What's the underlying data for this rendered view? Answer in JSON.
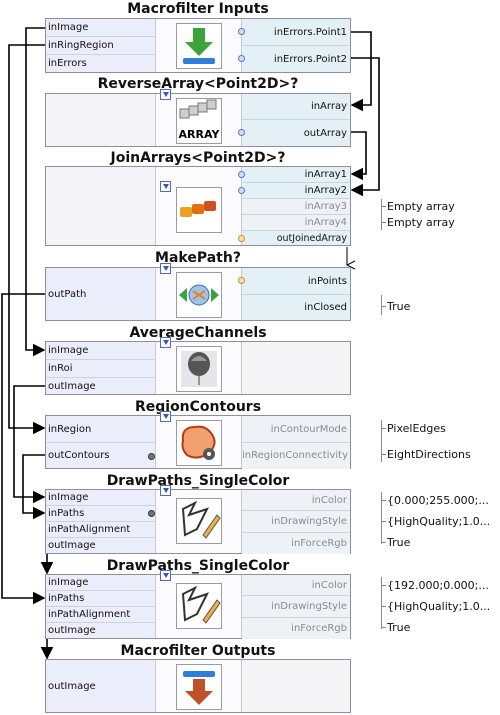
{
  "colors": {
    "wire": "#000000",
    "node_border": "#8e8e9e",
    "input_bg": "#ecedfb",
    "output_bg": "#e3f1f7"
  },
  "nodes": {
    "macrofilter_inputs": {
      "title": "Macrofilter Inputs",
      "inputs": [
        "inImage",
        "inRingRegion",
        "inErrors"
      ],
      "outputs": [
        "inErrors.Point1",
        "inErrors.Point2"
      ],
      "icon": "down-arrow-icon"
    },
    "reverse_array": {
      "title": "ReverseArray<Point2D>?",
      "outputs": [
        "inArray",
        "outArray"
      ],
      "icon_label": "ARRAY"
    },
    "join_arrays": {
      "title": "JoinArrays<Point2D>?",
      "outputs": [
        "inArray1",
        "inArray2",
        "inArray3",
        "inArray4",
        "outJoinedArray"
      ],
      "icon": "join-blocks-icon"
    },
    "make_path": {
      "title": "MakePath?",
      "inputs": [
        "outPath"
      ],
      "outputs": [
        "inPoints",
        "inClosed"
      ],
      "icon": "make-path-icon"
    },
    "average_channels": {
      "title": "AverageChannels",
      "inputs": [
        "inImage",
        "inRoi",
        "outImage"
      ],
      "icon": "balloon-icon"
    },
    "region_contours": {
      "title": "RegionContours",
      "inputs": [
        "inRegion",
        "outContours"
      ],
      "outputs": [
        "inContourMode",
        "inRegionConnectivity"
      ],
      "icon": "region-gear-icon"
    },
    "draw_paths_1": {
      "title": "DrawPaths_SingleColor",
      "inputs": [
        "inImage",
        "inPaths",
        "inPathAlignment",
        "outImage"
      ],
      "outputs": [
        "inColor",
        "inDrawingStyle",
        "inForceRgb"
      ],
      "icon": "pencil-path-icon"
    },
    "draw_paths_2": {
      "title": "DrawPaths_SingleColor",
      "inputs": [
        "inImage",
        "inPaths",
        "inPathAlignment",
        "outImage"
      ],
      "outputs": [
        "inColor",
        "inDrawingStyle",
        "inForceRgb"
      ],
      "icon": "pencil-path-icon"
    },
    "macrofilter_outputs": {
      "title": "Macrofilter Outputs",
      "inputs": [
        "outImage"
      ],
      "icon": "down-arrow-red-icon"
    }
  },
  "values": {
    "inArray3": "Empty array",
    "inArray4": "Empty array",
    "inClosed": "True",
    "inContourMode": "PixelEdges",
    "inRegionConnectivity": "EightDirections",
    "dp1_inColor": "{0.000;255.000;...",
    "dp1_inDrawingStyle": "{HighQuality;1.0...",
    "dp1_inForceRgb": "True",
    "dp2_inColor": "{192.000;0.000;...",
    "dp2_inDrawingStyle": "{HighQuality;1.0...",
    "dp2_inForceRgb": "True"
  }
}
